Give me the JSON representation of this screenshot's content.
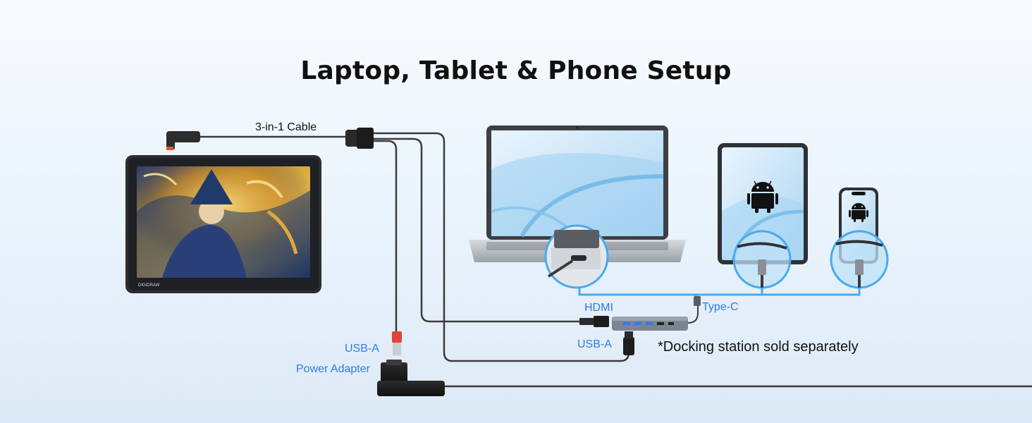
{
  "title": "Laptop, Tablet & Phone Setup",
  "labels": {
    "cable": "3-in-1 Cable",
    "hdmi": "HDMI",
    "type_c": "Type-C",
    "usb_a_hub": "USB-A",
    "usb_a_power": "USB-A",
    "power_adapter": "Power Adapter",
    "note": "*Docking station sold separately"
  },
  "pen_display": {
    "brand": "DIGIDRAW"
  },
  "colors": {
    "accent_blue": "#2f7de1",
    "circle_blue": "#4aa9ec",
    "cable_gray": "#3b3b3b",
    "usb_red": "#e0453a",
    "connector_orange": "#e4572e"
  }
}
